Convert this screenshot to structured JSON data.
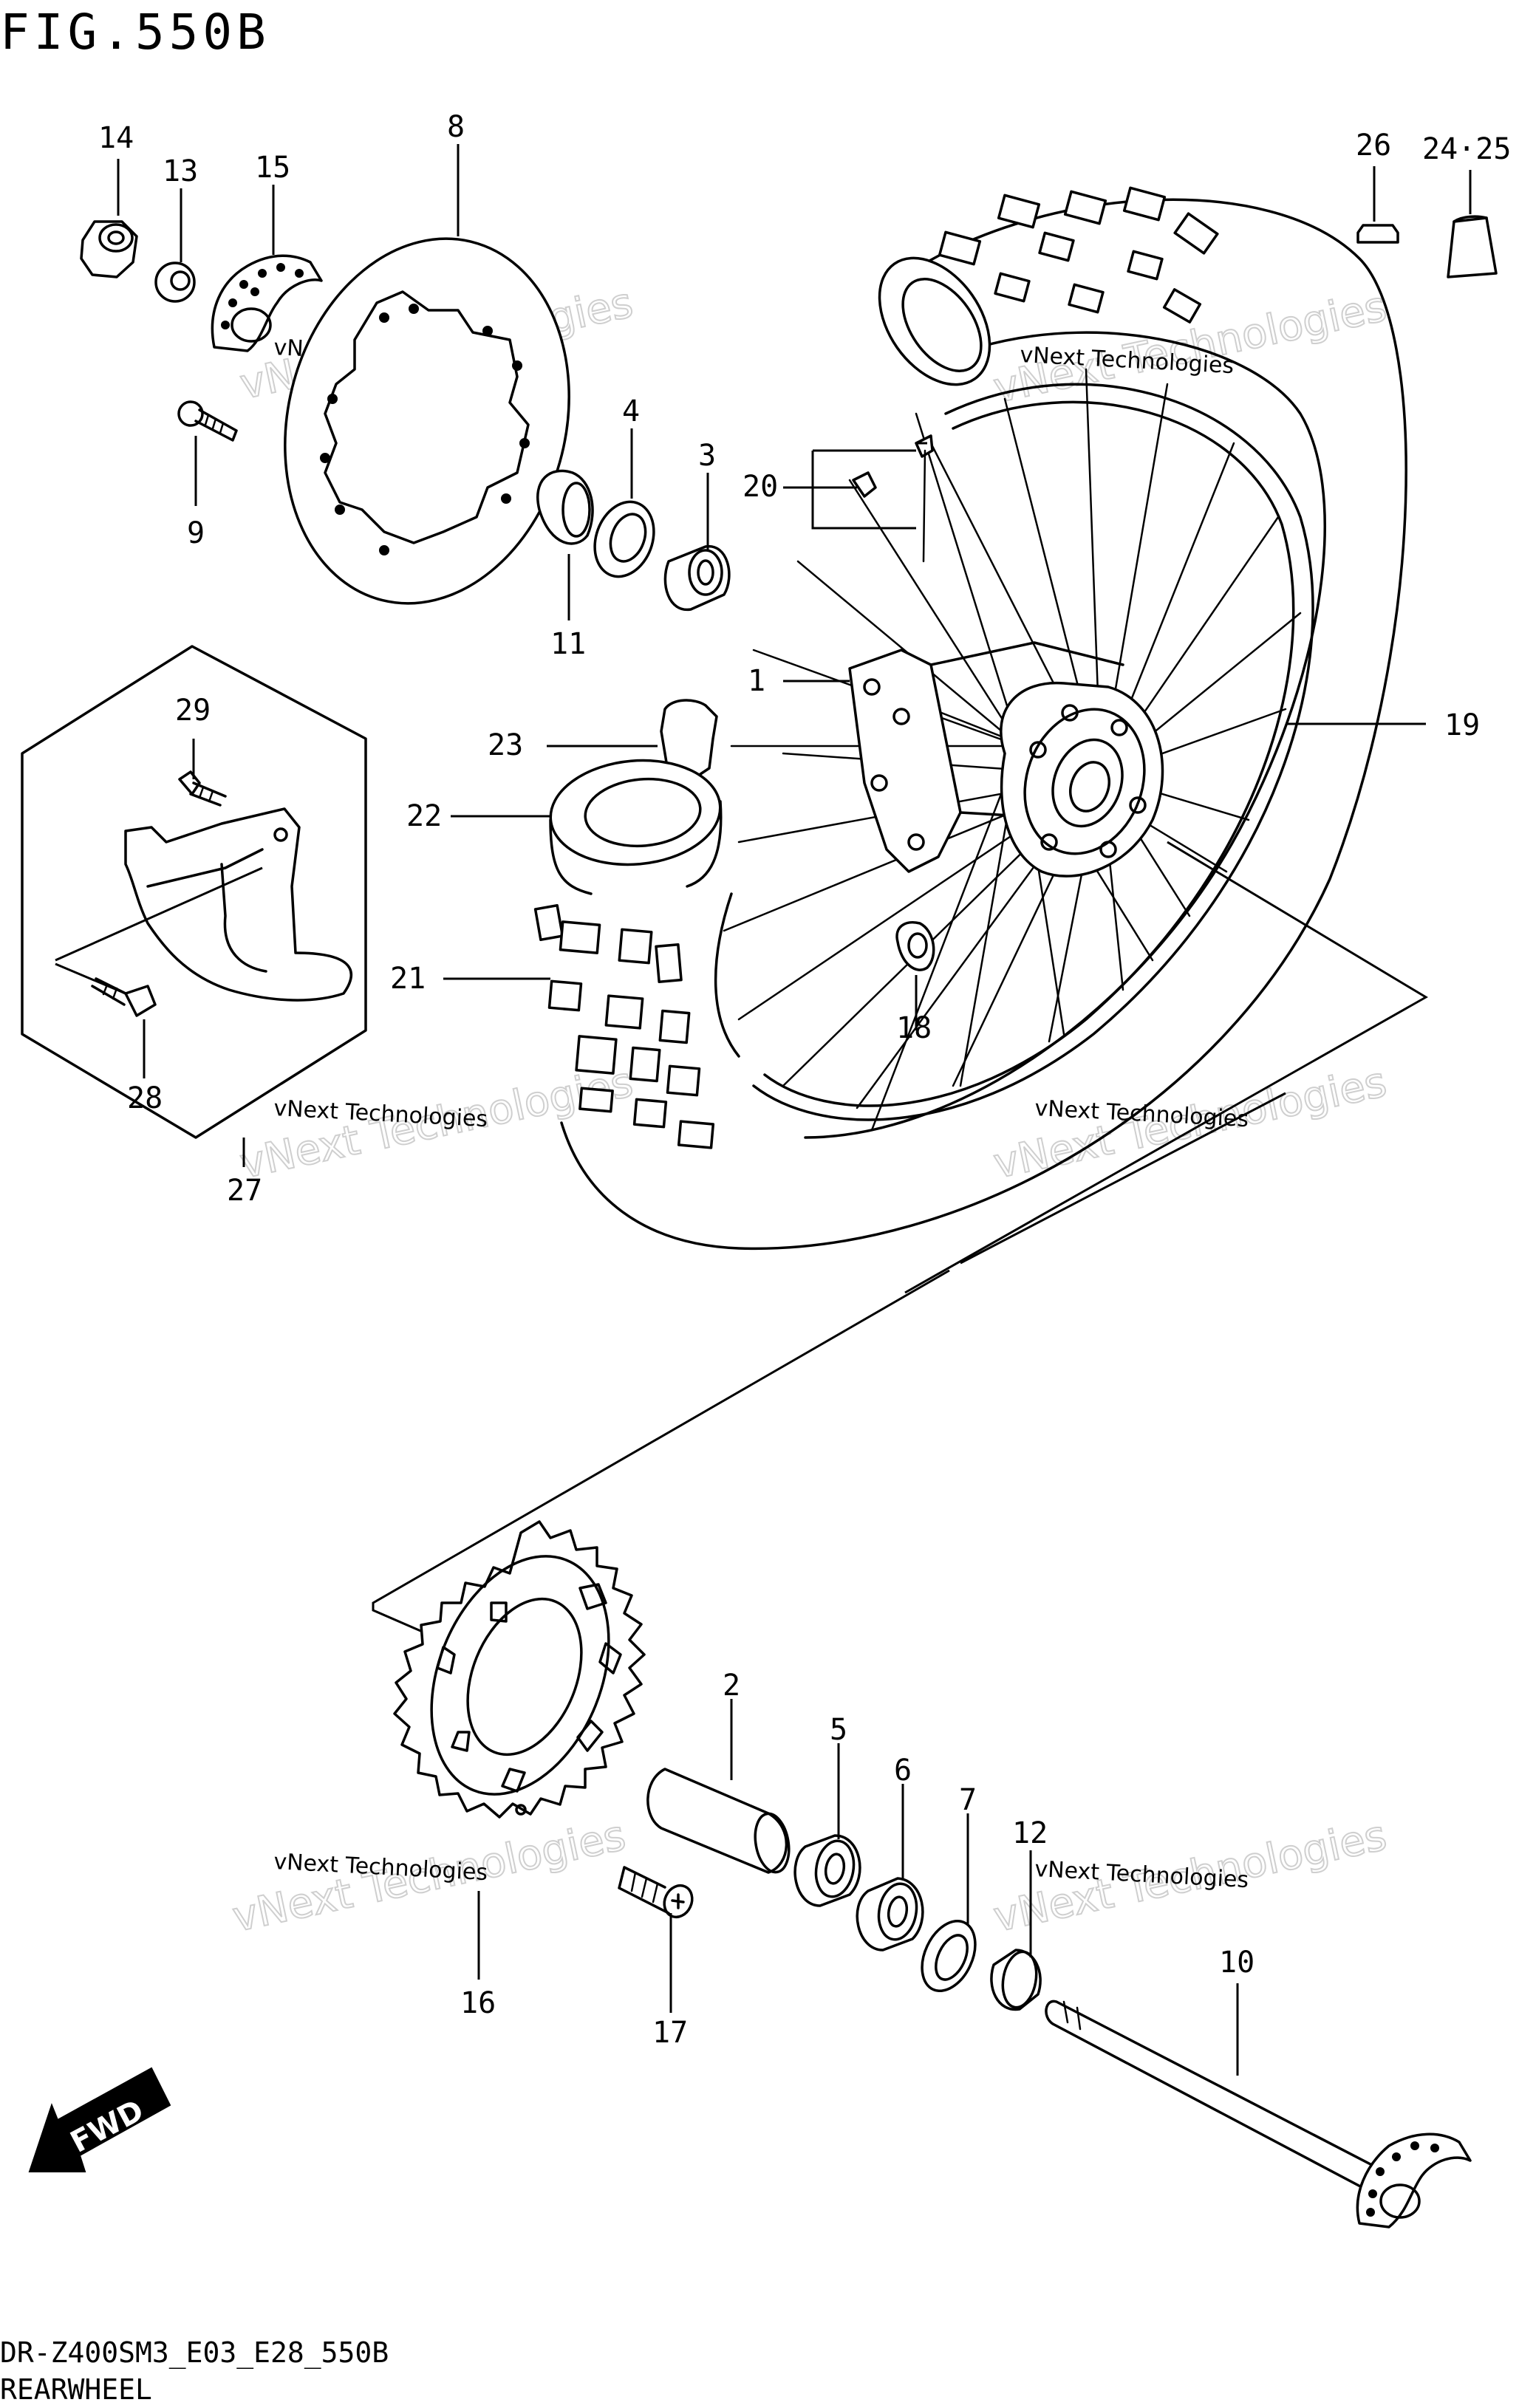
{
  "figure": {
    "title": "FIG.550B",
    "model_code": "DR-Z400SM3_E03_E28_550B",
    "caption": "REARWHEEL"
  },
  "watermark": {
    "small": "vNext Technologies",
    "large": "vNext Technologies"
  },
  "direction_badge": "FWD",
  "callouts": {
    "c1": "1",
    "c2": "2",
    "c3": "3",
    "c4": "4",
    "c5": "5",
    "c6": "6",
    "c7": "7",
    "c8": "8",
    "c9": "9",
    "c10": "10",
    "c11": "11",
    "c12": "12",
    "c13": "13",
    "c14": "14",
    "c15": "15",
    "c16": "16",
    "c17": "17",
    "c18": "18",
    "c19": "19",
    "c20": "20",
    "c21": "21",
    "c22": "22",
    "c23": "23",
    "c2425": "24·25",
    "c26": "26",
    "c27": "27",
    "c28": "28",
    "c29": "29"
  }
}
